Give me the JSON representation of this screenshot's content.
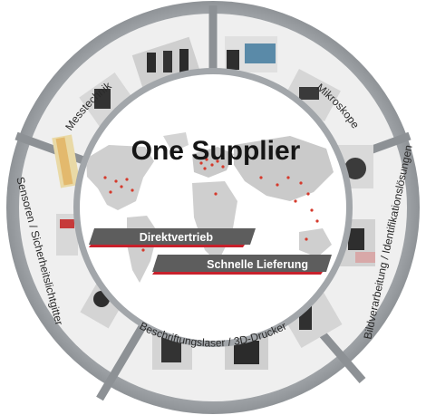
{
  "center": {
    "title": "One Supplier",
    "banner_1": "Direktvertrieb",
    "banner_2": "Schnelle Lieferung"
  },
  "segments": [
    {
      "id": "messtechnik",
      "label": "Messtechnik"
    },
    {
      "id": "mikroskope",
      "label": "Mikroskope"
    },
    {
      "id": "bildverarbeitung",
      "label": "Bildverarbeitung / Identifikationslösungen"
    },
    {
      "id": "beschriftungslaser",
      "label": "Beschriftungslaser / 3D-Drucker"
    },
    {
      "id": "sensoren",
      "label": "Sensoren / Sicherheitslichtgitter"
    }
  ],
  "colors": {
    "ring": "#9fa3a7",
    "ring_dark": "#7f8387",
    "tile_bg": "#f3f3f3",
    "map": "#c9c9c9",
    "dots": "#d53a2c",
    "banner": "#5a5a5a",
    "accent": "#c8202b"
  }
}
